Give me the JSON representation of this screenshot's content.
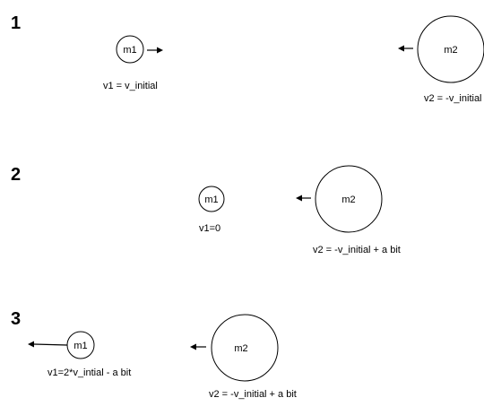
{
  "colors": {
    "stroke": "#000000",
    "background": "#ffffff"
  },
  "steps": [
    {
      "number": "1",
      "balls": [
        {
          "label": "m1",
          "velocity_label": "v1 = v_initial",
          "arrow": "right"
        },
        {
          "label": "m2",
          "velocity_label": "v2 = -v_initial",
          "arrow": "left"
        }
      ]
    },
    {
      "number": "2",
      "balls": [
        {
          "label": "m1",
          "velocity_label": "v1=0",
          "arrow": "none"
        },
        {
          "label": "m2",
          "velocity_label": "v2 = -v_initial + a bit",
          "arrow": "left"
        }
      ]
    },
    {
      "number": "3",
      "balls": [
        {
          "label": "m1",
          "velocity_label": "v1=2*v_intial - a bit",
          "arrow": "left-long"
        },
        {
          "label": "m2",
          "velocity_label": "v2 = -v_initial + a bit",
          "arrow": "left"
        }
      ]
    }
  ]
}
